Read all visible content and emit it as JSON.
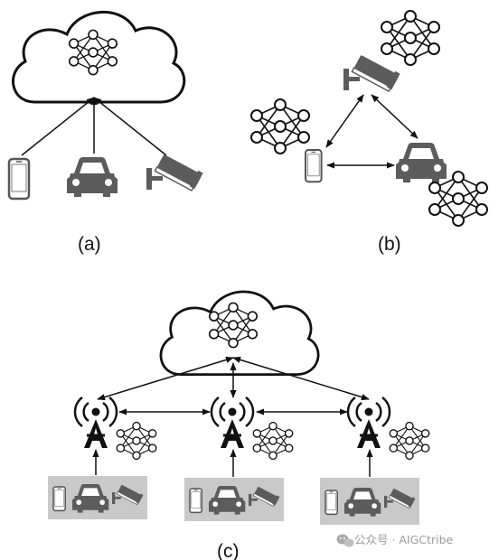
{
  "panels": {
    "a": {
      "label": "(a)"
    },
    "b": {
      "label": "(b)"
    },
    "c": {
      "label": "(c)"
    }
  },
  "watermark": {
    "text": "公众号 · AIGCtribe",
    "icon": "wechat-icon"
  },
  "colors": {
    "line": "#111111",
    "device_gray": "#5c5c5c",
    "cluster_bg": "#c9c9c9"
  },
  "icons": [
    "cloud-icon",
    "neural-network-icon",
    "smartphone-icon",
    "car-icon",
    "camera-icon",
    "antenna-icon"
  ]
}
